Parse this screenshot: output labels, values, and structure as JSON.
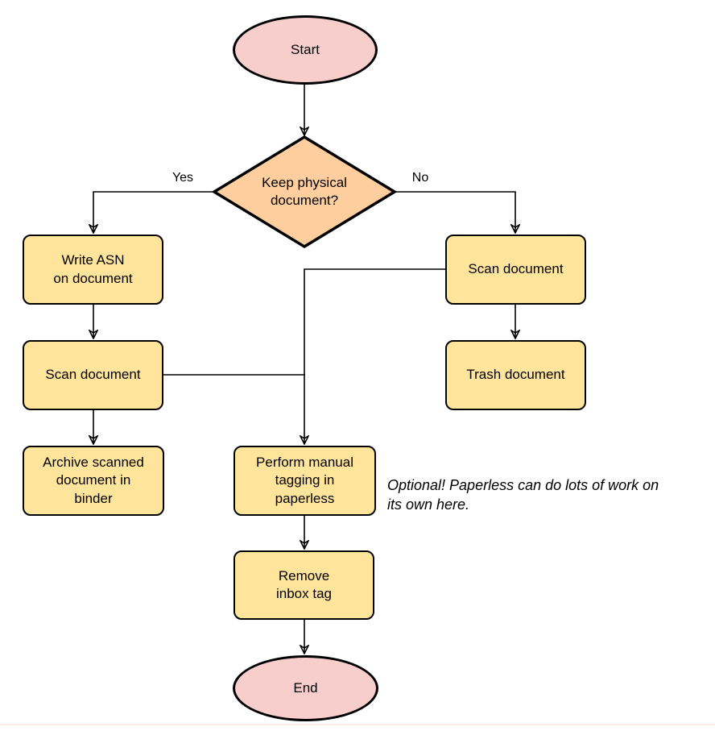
{
  "colors": {
    "terminator_fill": "#f8cecc",
    "decision_fill": "#ffce9e",
    "process_fill": "#ffe49c",
    "stroke": "#000000"
  },
  "nodes": {
    "start": {
      "label": "Start"
    },
    "decision": {
      "label": "Keep physical\ndocument?"
    },
    "write_asn": {
      "label": "Write ASN\non document"
    },
    "scan_left": {
      "label": "Scan document"
    },
    "archive": {
      "label": "Archive scanned\ndocument in\nbinder"
    },
    "scan_right": {
      "label": "Scan document"
    },
    "trash": {
      "label": "Trash document"
    },
    "tagging": {
      "label": "Perform manual\ntagging in\npaperless"
    },
    "remove_inbox": {
      "label": "Remove\ninbox tag"
    },
    "end": {
      "label": "End"
    }
  },
  "edge_labels": {
    "yes": "Yes",
    "no": "No"
  },
  "annotation": "Optional! Paperless can do lots of work on\nits own here."
}
